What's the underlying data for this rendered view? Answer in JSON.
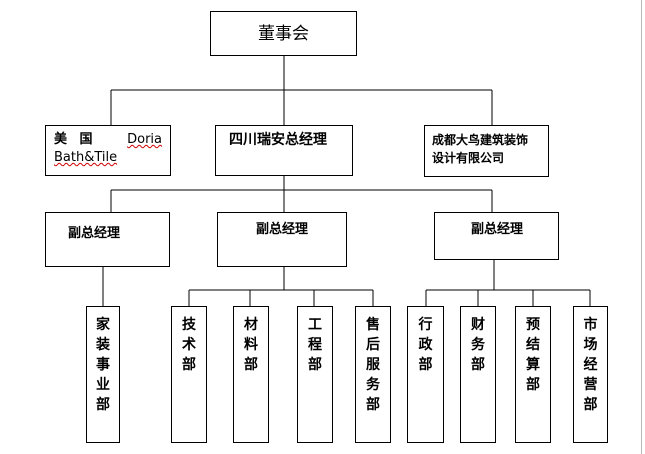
{
  "board": {
    "label": "董事会"
  },
  "level2": {
    "us_company": {
      "line1_left": "美 国",
      "line1_right": "Doria",
      "line2": "Bath&Tile"
    },
    "gm": {
      "label": "四川瑞安总经理"
    },
    "design": {
      "line1": "成都大鸟建筑装饰",
      "line2": "设计有限公司"
    }
  },
  "deputies": [
    {
      "label": "副总经理"
    },
    {
      "label": "副总经理"
    },
    {
      "label": "副总经理"
    }
  ],
  "departments": [
    {
      "chars": [
        "家",
        "装",
        "事",
        "业",
        "部"
      ]
    },
    {
      "chars": [
        "技",
        "术",
        "部"
      ]
    },
    {
      "chars": [
        "材",
        "料",
        "部"
      ]
    },
    {
      "chars": [
        "工",
        "程",
        "部"
      ]
    },
    {
      "chars": [
        "售",
        "后",
        "服",
        "务",
        "部"
      ]
    },
    {
      "chars": [
        "行",
        "政",
        "部"
      ]
    },
    {
      "chars": [
        "财",
        "务",
        "部"
      ]
    },
    {
      "chars": [
        "预",
        "结",
        "算",
        "部"
      ]
    },
    {
      "chars": [
        "市",
        "场",
        "经",
        "营",
        "部"
      ]
    }
  ]
}
